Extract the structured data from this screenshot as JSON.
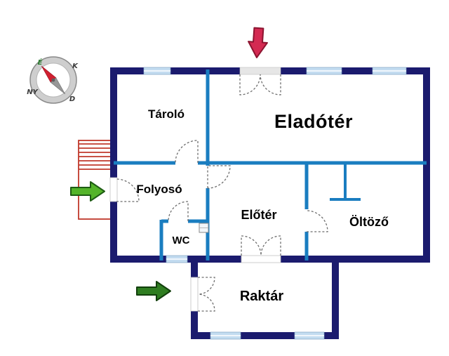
{
  "rooms": {
    "tarolo": {
      "label": "Tároló"
    },
    "eladoter": {
      "label": "Eladótér"
    },
    "folyoso": {
      "label": "Folyosó"
    },
    "eloter": {
      "label": "Előtér"
    },
    "oltozo": {
      "label": "Öltöző"
    },
    "wc": {
      "label": "WC"
    },
    "raktar": {
      "label": "Raktár"
    }
  },
  "compass": {
    "north": "É",
    "east": "K",
    "south": "D",
    "west": "NY"
  },
  "colors": {
    "outer_wall": "#1b1b6e",
    "inner_wall": "#1a7dc0",
    "window_glass": "#c3dcf0",
    "stairs": "#c0392b",
    "arrow_red": "#d42a52",
    "arrow_green": "#54b42a",
    "arrow_dark_green": "#2f7d21",
    "needle_red": "#d02030"
  }
}
